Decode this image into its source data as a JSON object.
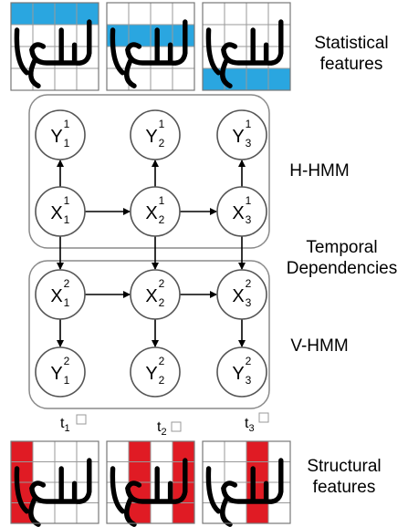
{
  "labels": {
    "statistical": [
      "Statistical",
      "features"
    ],
    "hhmm": "H-HMM",
    "temporal": [
      "Temporal",
      "Dependencies"
    ],
    "vhmm": "V-HMM",
    "structural": [
      "Structural",
      "features"
    ]
  },
  "time_labels": [
    {
      "base": "t",
      "sub": "1"
    },
    {
      "base": "t",
      "sub": "2"
    },
    {
      "base": "t",
      "sub": "3"
    }
  ],
  "h_hmm": {
    "observed": [
      {
        "base": "Y",
        "sub": "1",
        "sup": "1"
      },
      {
        "base": "Y",
        "sub": "2",
        "sup": "1"
      },
      {
        "base": "Y",
        "sub": "3",
        "sup": "1"
      }
    ],
    "hidden": [
      {
        "base": "X",
        "sub": "1",
        "sup": "1"
      },
      {
        "base": "X",
        "sub": "2",
        "sup": "1"
      },
      {
        "base": "X",
        "sub": "3",
        "sup": "1"
      }
    ]
  },
  "v_hmm": {
    "hidden": [
      {
        "base": "X",
        "sub": "1",
        "sup": "2"
      },
      {
        "base": "X",
        "sub": "2",
        "sup": "2"
      },
      {
        "base": "X",
        "sub": "3",
        "sup": "2"
      }
    ],
    "observed": [
      {
        "base": "Y",
        "sub": "1",
        "sup": "2"
      },
      {
        "base": "Y",
        "sub": "2",
        "sup": "2"
      },
      {
        "base": "Y",
        "sub": "3",
        "sup": "2"
      }
    ]
  },
  "colors": {
    "statistical_highlight": "#2aa6e0",
    "structural_highlight": "#e01b24",
    "grid": "#999999",
    "ink": "#000000"
  }
}
